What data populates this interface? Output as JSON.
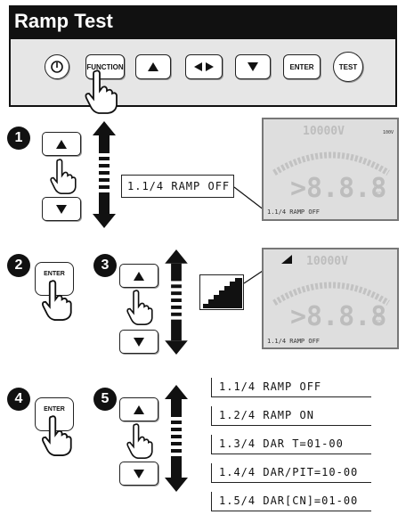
{
  "title": "Ramp Test",
  "panel": {
    "function_label": "FUNCTION",
    "enter_label": "ENTER",
    "test_label": "TEST"
  },
  "steps": [
    "1",
    "2",
    "3",
    "4",
    "5"
  ],
  "enter_label": "ENTER",
  "step1": {
    "callout": "1.1/4 RAMP OFF",
    "lcd": {
      "top_reading": "10000V",
      "corner": "100V",
      "big_digits": ">8.8.8",
      "status_text": "1.1/4 RAMP OFF"
    }
  },
  "step3": {
    "lcd": {
      "top_reading": "10000V",
      "big_digits": ">8.8.8",
      "status_text": "1.1/4 RAMP OFF"
    }
  },
  "options": [
    "1.1/4 RAMP OFF",
    "1.2/4 RAMP ON",
    "1.3/4 DAR T=01-00",
    "1.4/4 DAR/PIT=10-00",
    "1.5/4 DAR[CN]=01-00"
  ],
  "icons": {
    "power": "power-icon",
    "up": "triangle-up-icon",
    "down": "triangle-down-icon",
    "left_right": "left-right-icon",
    "hand": "pointing-hand-icon",
    "scroll": "up-down-arrow-icon",
    "ramp": "staircase-ramp-icon"
  }
}
